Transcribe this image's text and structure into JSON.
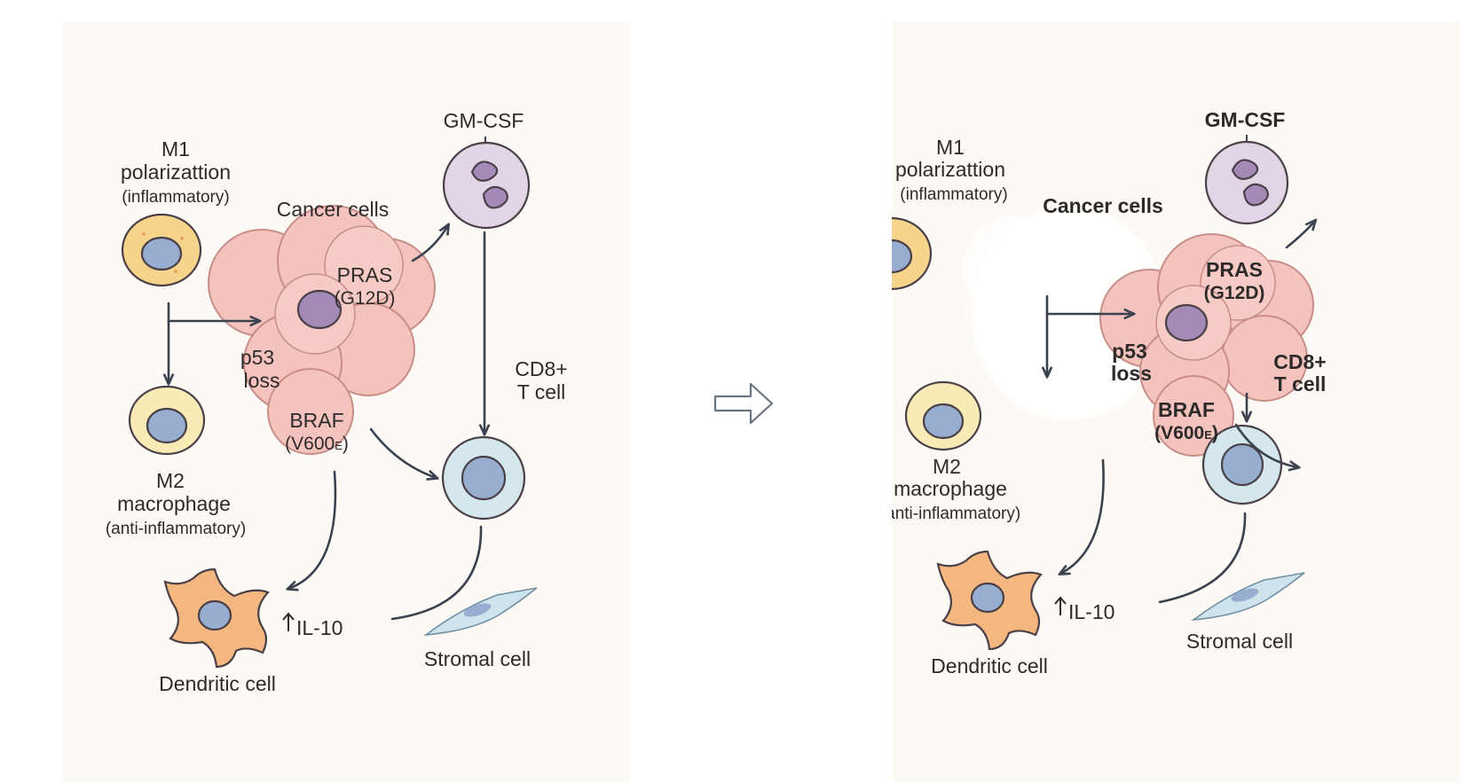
{
  "panels": [
    {
      "labels": {
        "m1_line1": "M1",
        "m1_line2": "polarizattion",
        "m1_line3": "(inflammatory)",
        "cancer_cells": "Cancer cells",
        "gm_csf": "GM-CSF",
        "pras_line1": "PRAS",
        "pras_line2": "(G12D)",
        "p53_line1": "p53",
        "p53_line2": "loss",
        "braf_line1": "BRAF",
        "braf_line2": "(V600",
        "braf_sub": "E",
        "braf_close": ")",
        "cd8_line1": "CD8+",
        "cd8_line2": "T cell",
        "m2_line1": "M2",
        "m2_line2": "macrophage",
        "m2_line3": "(anti-inflammatory)",
        "il10": "IL-10",
        "dendritic": "Dendritic cell",
        "stromal": "Stromal cell"
      }
    },
    {
      "labels": {
        "m1_line1": "M1",
        "m1_line2": "polarizattion",
        "m1_line3": "(inflammatory)",
        "cancer_cells": "Cancer cells",
        "gm_csf": "GM-CSF",
        "pras_line1": "PRAS",
        "pras_line2": "(G12D)",
        "p53_line1": "p53",
        "p53_line2": "loss",
        "braf_line1": "BRAF",
        "braf_line2": "(V600",
        "braf_sub": "E",
        "braf_close": ")",
        "cd8_line1": "CD8+",
        "cd8_line2": "T cell",
        "m2_line1": "M2",
        "m2_line2": "macrophage",
        "m2_line3": "(anti-inflammatory)",
        "il10": "IL-10",
        "dendritic": "Dendritic cell",
        "stromal": "Stromal cell"
      }
    }
  ],
  "colors": {
    "panel_bg": "#fdfaf5",
    "tumor_fill": "#f5c3bd",
    "tumor_stroke": "#c98d88",
    "m1_fill": "#f6d48c",
    "m2_fill": "#faeab5",
    "nucleus": "#97aed0",
    "nucleus_purple": "#a58ab8",
    "gm_csf_fill": "#e2d5e6",
    "tcell_fill": "#d3e7ec",
    "dendritic_fill": "#f4b77f",
    "stromal_fill": "#cfe3ec",
    "arrow": "#3a4250"
  }
}
